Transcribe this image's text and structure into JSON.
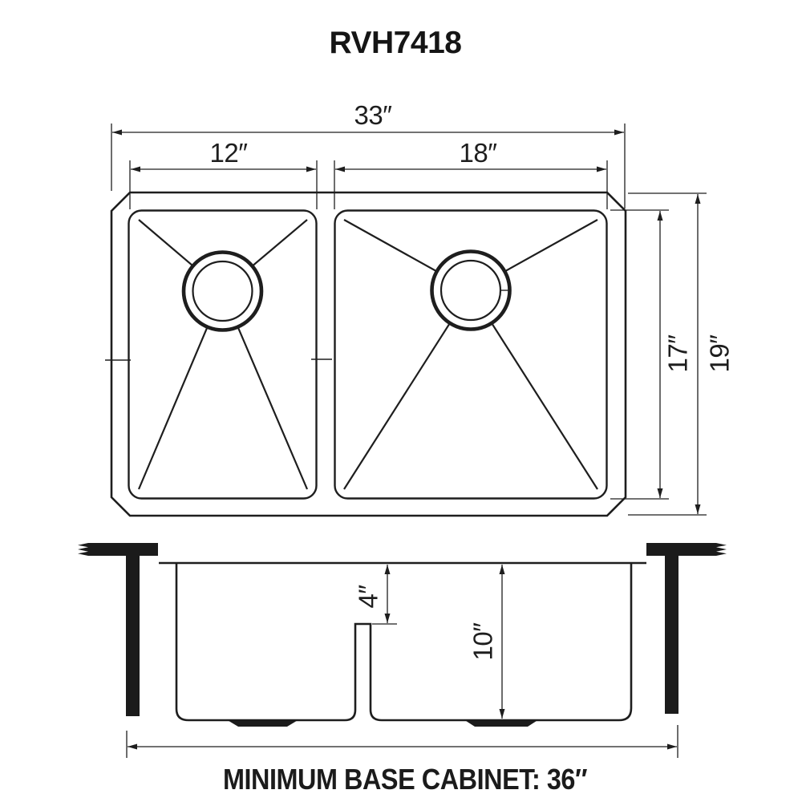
{
  "title": "RVH7418",
  "top_view": {
    "overall_width": "33″",
    "left_bowl_width": "12″",
    "right_bowl_width": "18″",
    "bowl_front_to_back": "17″",
    "overall_front_to_back": "19″"
  },
  "front_view": {
    "divider_reveal_height": "4″",
    "bowl_depth": "10″"
  },
  "note": "MINIMUM BASE CABINET: 36″",
  "colors": {
    "line": "#1e1e1e",
    "background": "#ffffff"
  }
}
